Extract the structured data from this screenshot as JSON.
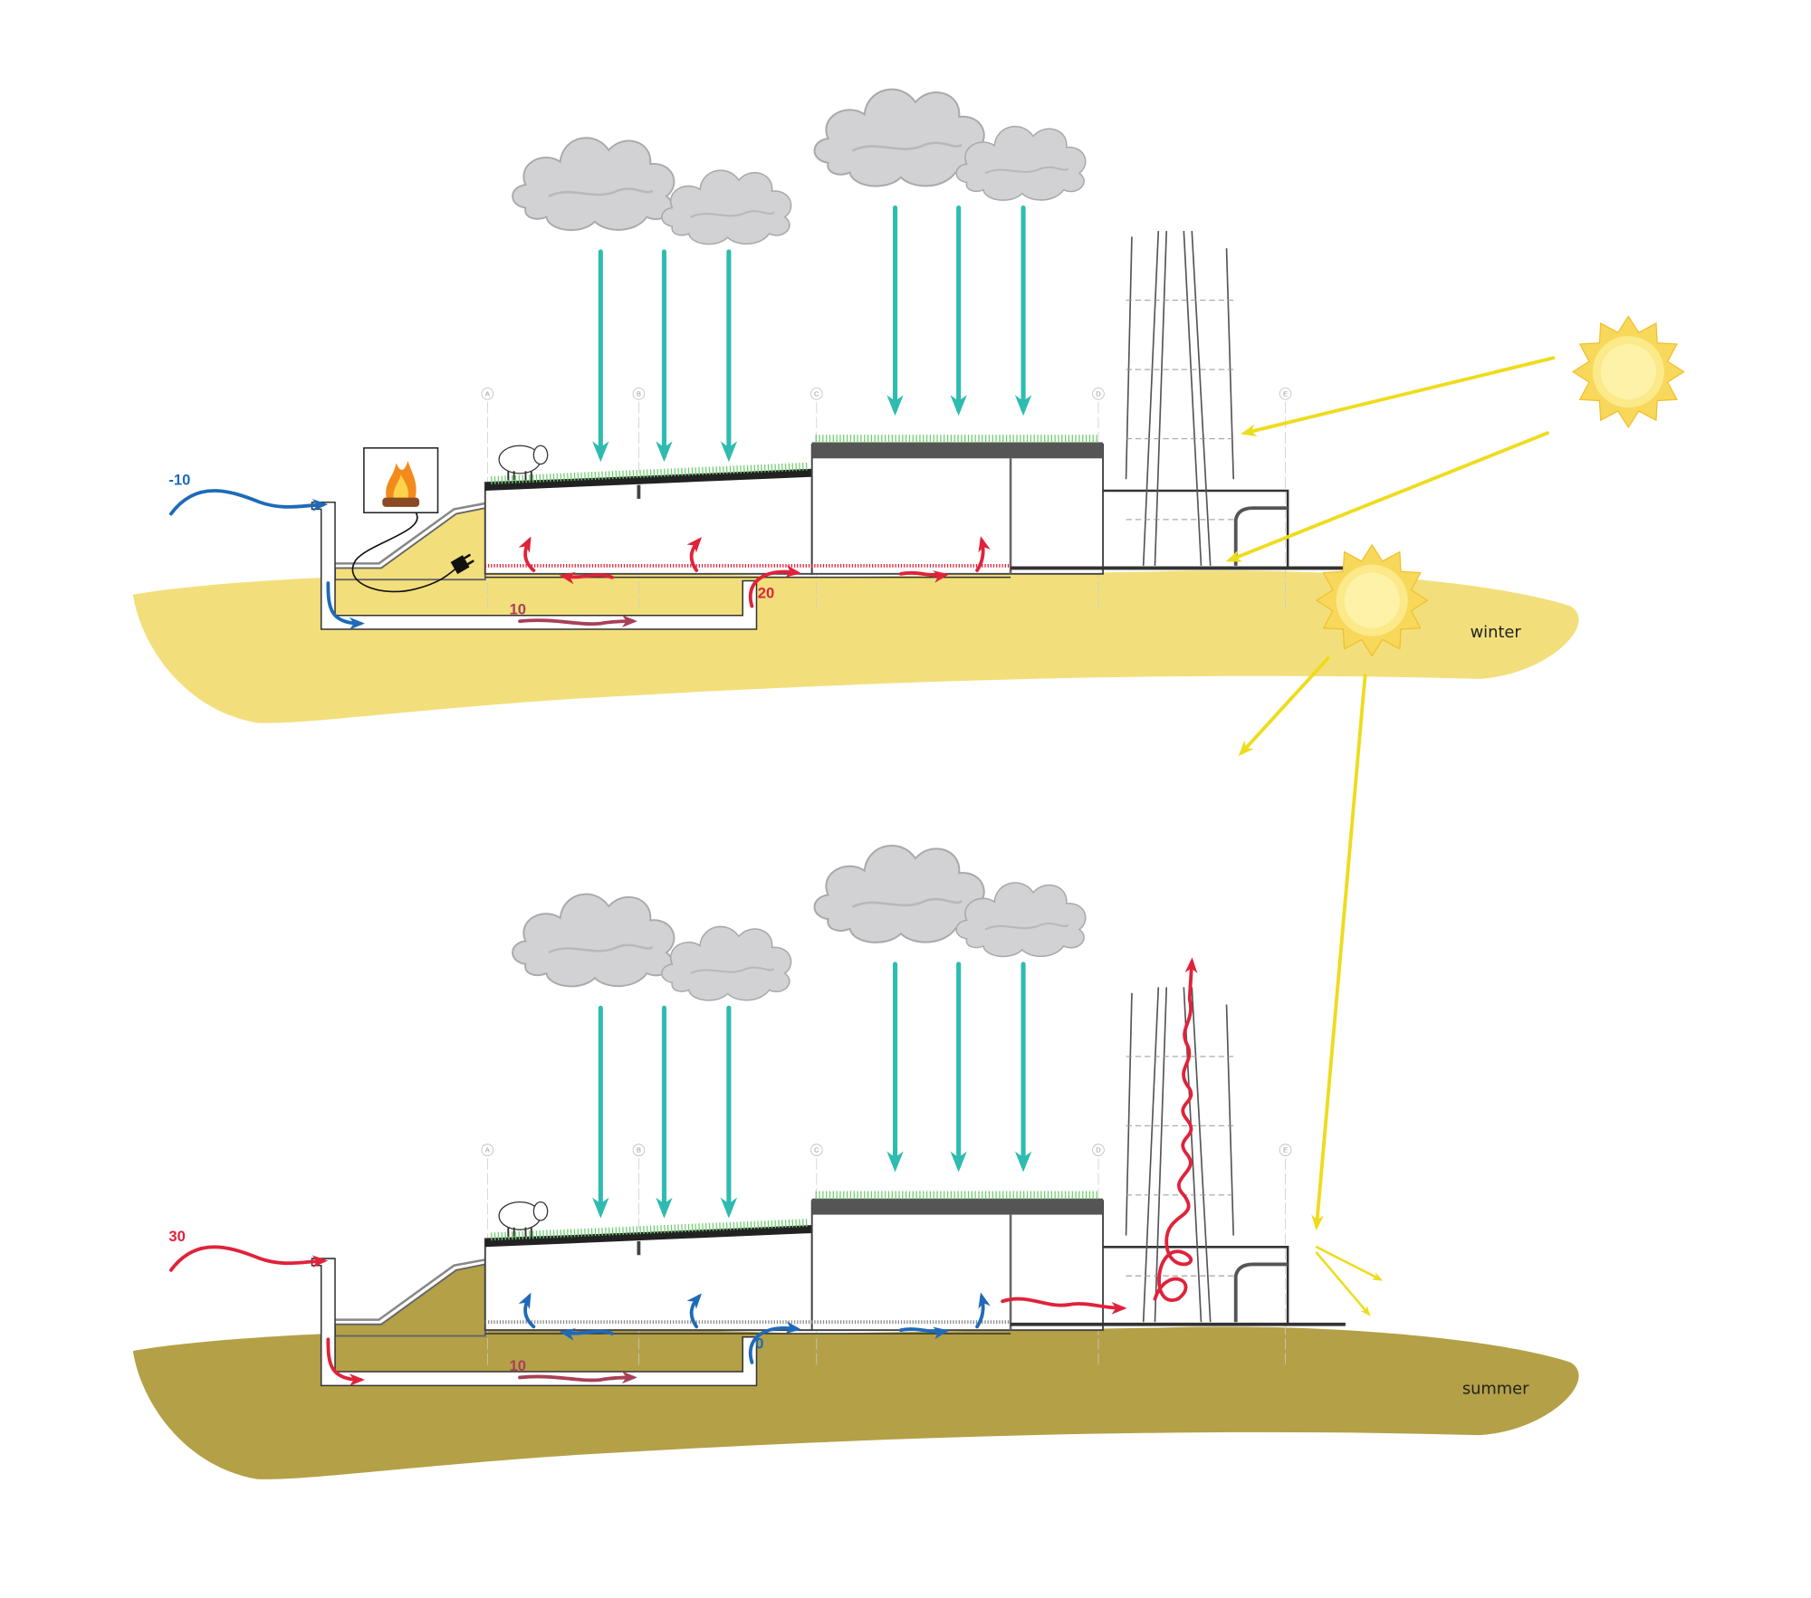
{
  "colors": {
    "winter_ground": "#f2df7c",
    "summer_ground": "#b4a047",
    "rain_arrow": "#2fbcb0",
    "cold_air": "#1f6ab8",
    "warm_air": "#e0223a",
    "duct_air": "#a84058",
    "sun_ray": "#eedc1c"
  },
  "grid_labels": [
    "A",
    "B",
    "C",
    "D",
    "E"
  ],
  "panels": [
    {
      "season": "winter",
      "outside_temp": "-10",
      "duct_temp": "10",
      "supply_temp": "20"
    },
    {
      "season": "summer",
      "outside_temp": "30",
      "duct_temp": "10",
      "supply_temp": "0"
    }
  ],
  "icons": [
    "cloud-icon",
    "sun-icon",
    "sheep-icon",
    "campfire-icon",
    "power-plug-icon"
  ]
}
